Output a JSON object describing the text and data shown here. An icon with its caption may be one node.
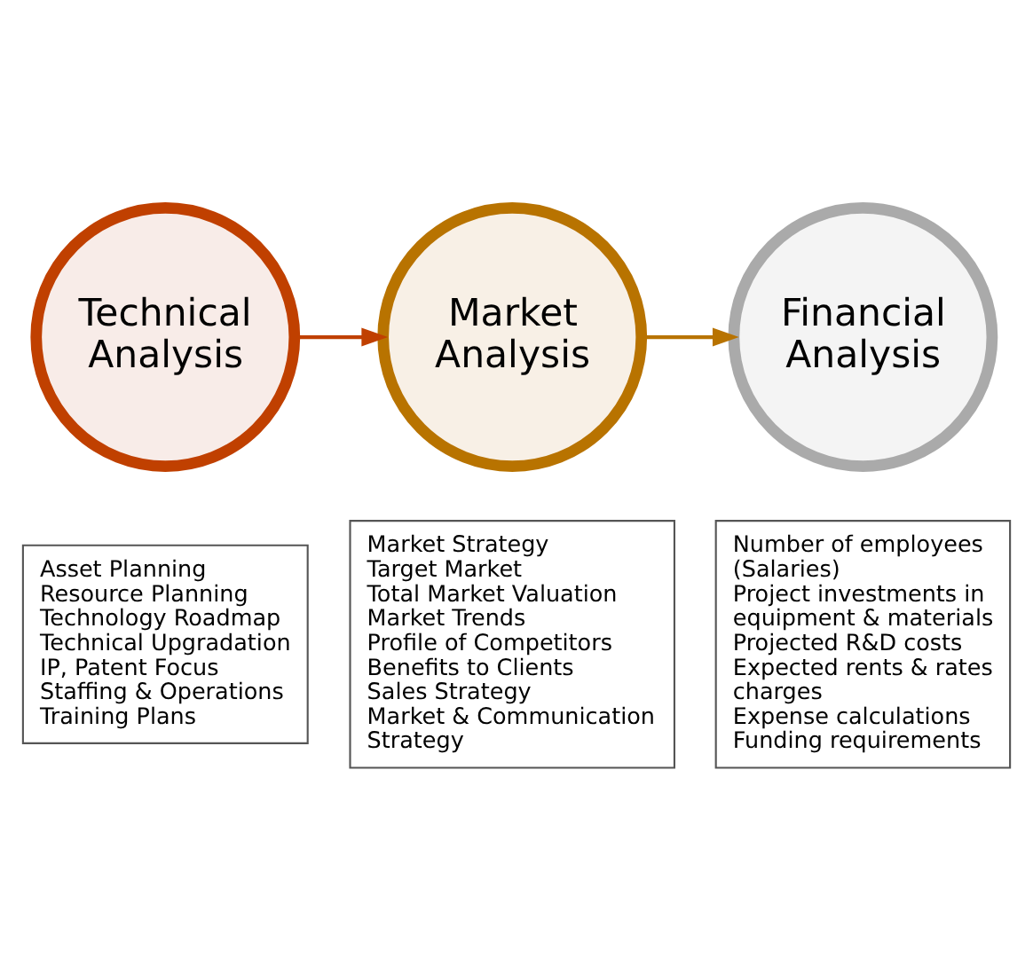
{
  "diagram": {
    "nodes": [
      {
        "text": [
          "Technical Analysis"
        ]
      },
      {
        "text": [
          "Market Analysis"
        ]
      },
      {
        "text": [
          "Financial Analysis"
        ]
      },
      {
        "text": [
          "Asset Planning",
          "Resource Planning",
          "Technology Roadmap",
          "Technical Upgradation",
          "IP, Patent Focus",
          "Staffing & Operations",
          "Training Plans"
        ]
      },
      {
        "text": [
          "Market Strategy",
          "Target Market",
          "Total Market Valuation",
          "Market Trends",
          "Profile of Competitors",
          "Benefits to Clients",
          "Sales Strategy",
          "Market & Communication Strategy"
        ]
      },
      {
        "text": [
          "Number of employees (Salaries)",
          "Project investments in equipment & materials",
          "Projected R&D costs",
          "Expected rents & rates charges",
          "Expense calculations",
          "Funding requirements"
        ]
      }
    ],
    "edges": [
      {
        "from": 0,
        "to": 1,
        "arrow": "to",
        "color": "#c04000"
      },
      {
        "from": 1,
        "to": 2,
        "arrow": "to",
        "color": "#b87300"
      }
    ]
  }
}
